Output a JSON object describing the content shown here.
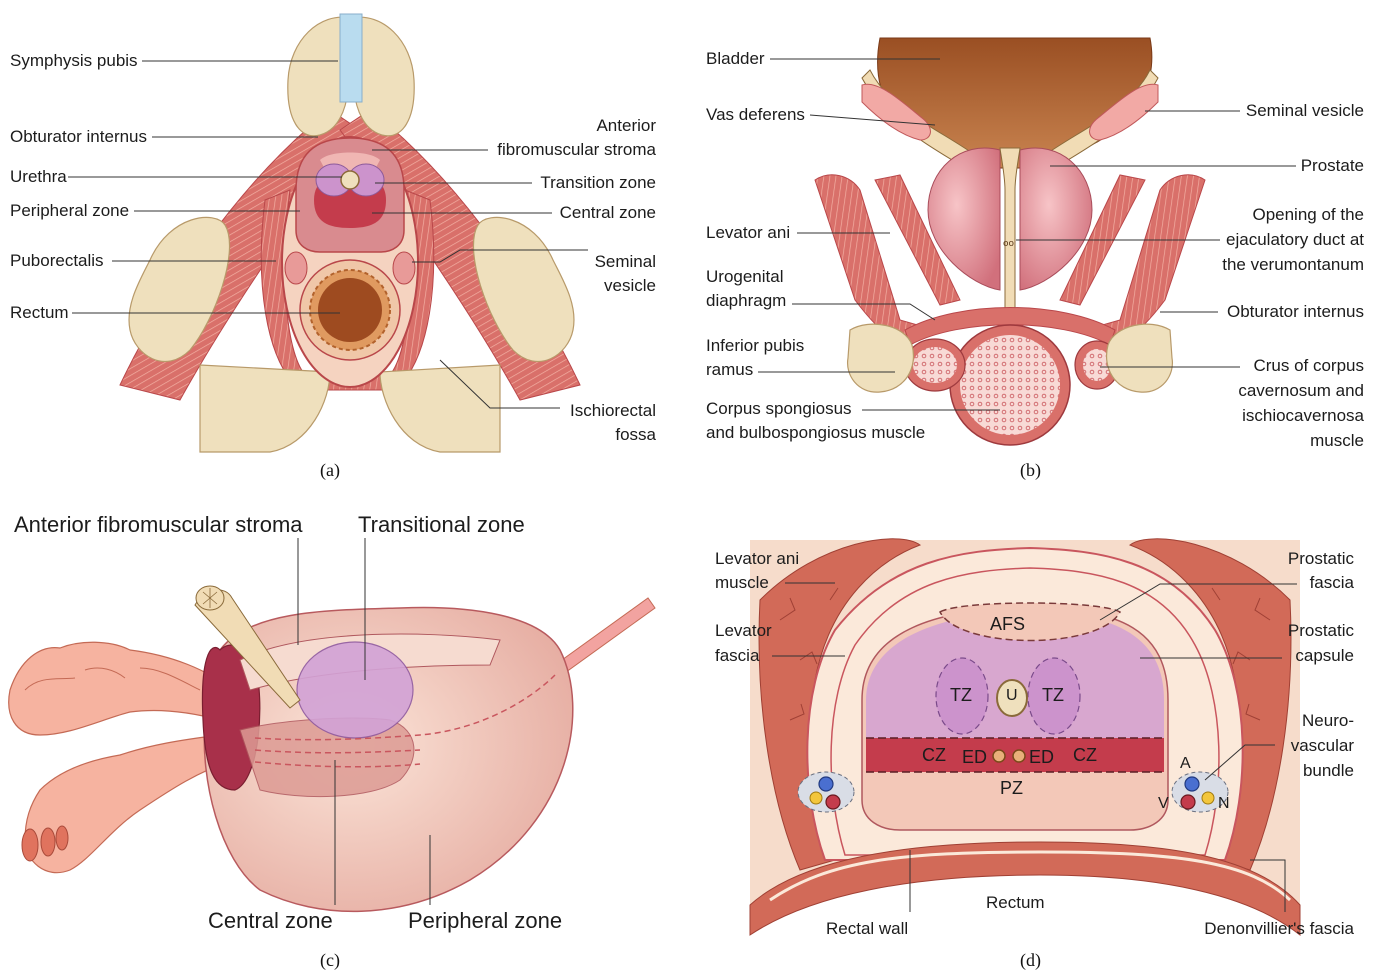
{
  "panel_a": {
    "caption": "(a)",
    "labels": {
      "symphysis": "Symphysis pubis",
      "obturator": "Obturator internus",
      "urethra": "Urethra",
      "peripheral": "Peripheral zone",
      "puborectalis": "Puborectalis",
      "rectum": "Rectum",
      "afs_1": "Anterior",
      "afs_2": "fibromuscular stroma",
      "transition": "Transition zone",
      "central": "Central zone",
      "sv_1": "Seminal",
      "sv_2": "vesicle",
      "ischio_1": "Ischiorectal",
      "ischio_2": "fossa"
    }
  },
  "panel_b": {
    "caption": "(b)",
    "labels": {
      "bladder": "Bladder",
      "vas": "Vas deferens",
      "levator": "Levator ani",
      "urog_1": "Urogenital",
      "urog_2": "diaphragm",
      "inf_1": "Inferior pubis",
      "inf_2": "ramus",
      "corpus_1": "Corpus spongiosus",
      "corpus_2": "and bulbospongiosus muscle",
      "sv": "Seminal vesicle",
      "prostate": "Prostate",
      "ej_1": "Opening of the",
      "ej_2": "ejaculatory duct at",
      "ej_3": "the verumontanum",
      "obturator": "Obturator internus",
      "crus_1": "Crus of corpus",
      "crus_2": "cavernosum and",
      "crus_3": "ischiocavernosa",
      "crus_4": "muscle"
    }
  },
  "panel_c": {
    "caption": "(c)",
    "labels": {
      "afs": "Anterior fibromuscular stroma",
      "tz": "Transitional zone",
      "cz": "Central zone",
      "pz": "Peripheral zone"
    }
  },
  "panel_d": {
    "caption": "(d)",
    "labels": {
      "lev_m_1": "Levator ani",
      "lev_m_2": "muscle",
      "lev_f_1": "Levator",
      "lev_f_2": "fascia",
      "pf_1": "Prostatic",
      "pf_2": "fascia",
      "pc_1": "Prostatic",
      "pc_2": "capsule",
      "nvb_1": "Neuro-",
      "nvb_2": "vascular",
      "nvb_3": "bundle",
      "rectal_wall": "Rectal wall",
      "rectum": "Rectum",
      "denon": "Denonvillier's fascia"
    },
    "inner": {
      "afs": "AFS",
      "tz_left": "TZ",
      "tz_right": "TZ",
      "u": "U",
      "cz_left": "CZ",
      "ed_left": "ED",
      "ed_right": "ED",
      "cz_right": "CZ",
      "pz": "PZ",
      "a": "A",
      "v": "V",
      "n": "N"
    }
  },
  "colors": {
    "muscle": "#d9706a",
    "bone": "#efe0bd",
    "tissue": "#f5d3c0",
    "deep_red": "#c0394a",
    "purple": "#d6a7d3",
    "rectum_brown": "#b25a30"
  }
}
